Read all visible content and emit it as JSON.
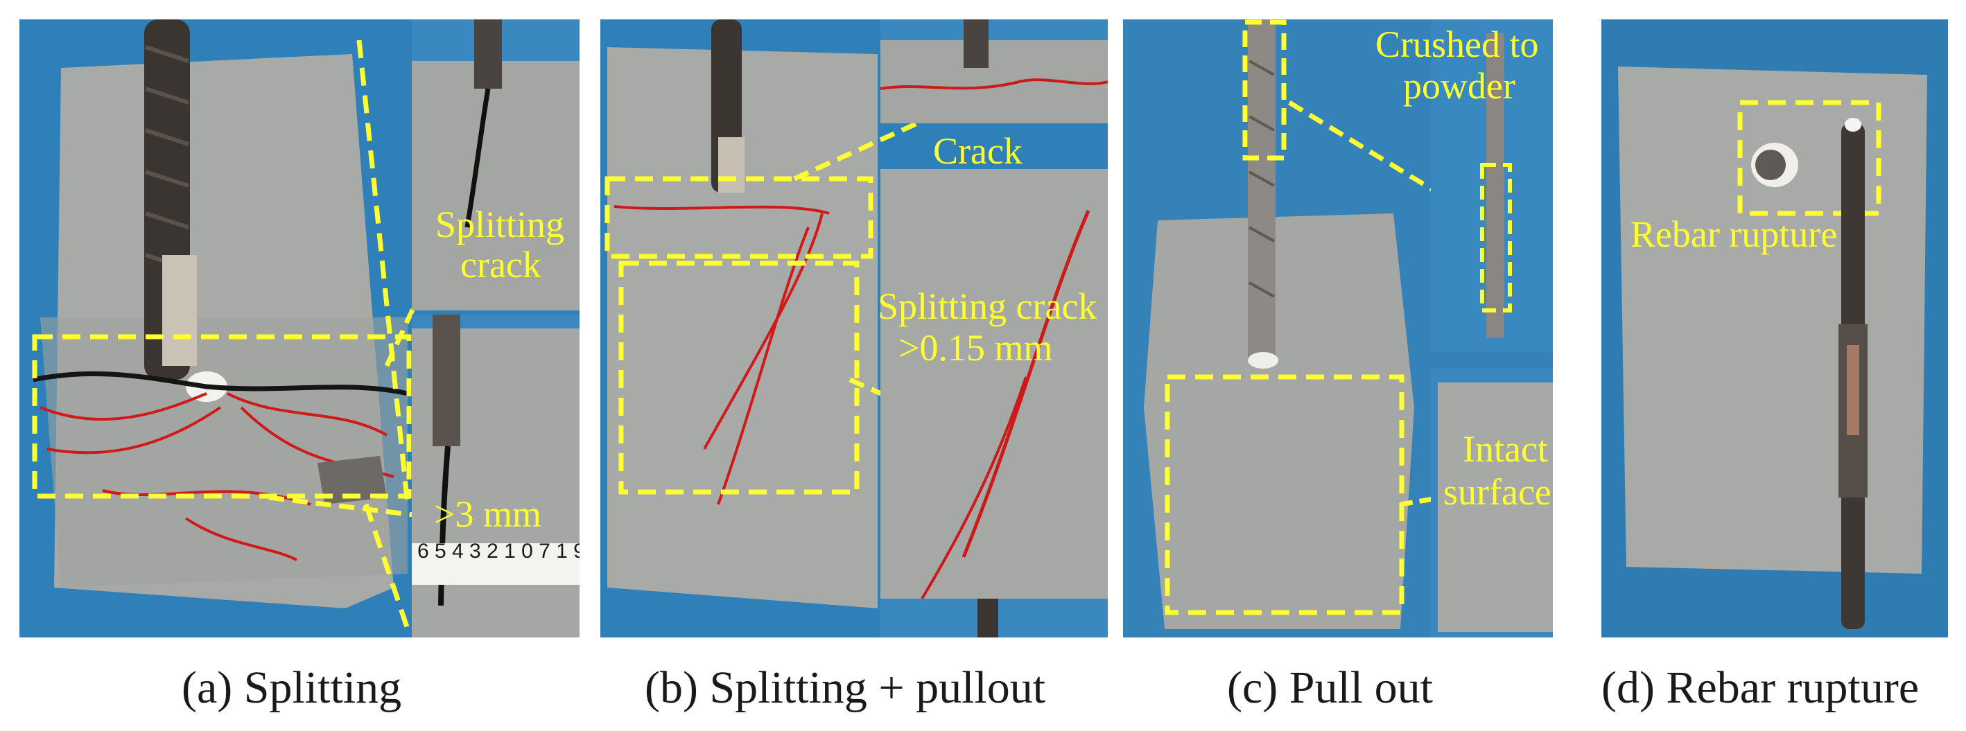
{
  "colors": {
    "background": "#2f7fb8",
    "concrete": "#a6a9a6",
    "annotation": "#ffff33",
    "crack_mark": "#cc1a1a",
    "rebar": "#3a3633",
    "caption": "#1a1a1a"
  },
  "panels": [
    {
      "id": "a",
      "caption_letter": "(a)",
      "caption_text": "Splitting",
      "annotations": [
        "Splitting",
        "crack",
        ">3 mm"
      ],
      "ruler_digits": "6 5 4 3 2 1 0 7 1 9"
    },
    {
      "id": "b",
      "caption_letter": "(b)",
      "caption_text": "Splitting + pullout",
      "annotations": [
        "Crack",
        "Splitting crack",
        ">0.15 mm"
      ]
    },
    {
      "id": "c",
      "caption_letter": "(c)",
      "caption_text": "Pull out",
      "annotations": [
        "Crushed to",
        "powder",
        "Intact",
        "surface"
      ]
    },
    {
      "id": "d",
      "caption_letter": "(d)",
      "caption_text": "Rebar rupture",
      "annotations": [
        "Rebar rupture"
      ]
    }
  ]
}
